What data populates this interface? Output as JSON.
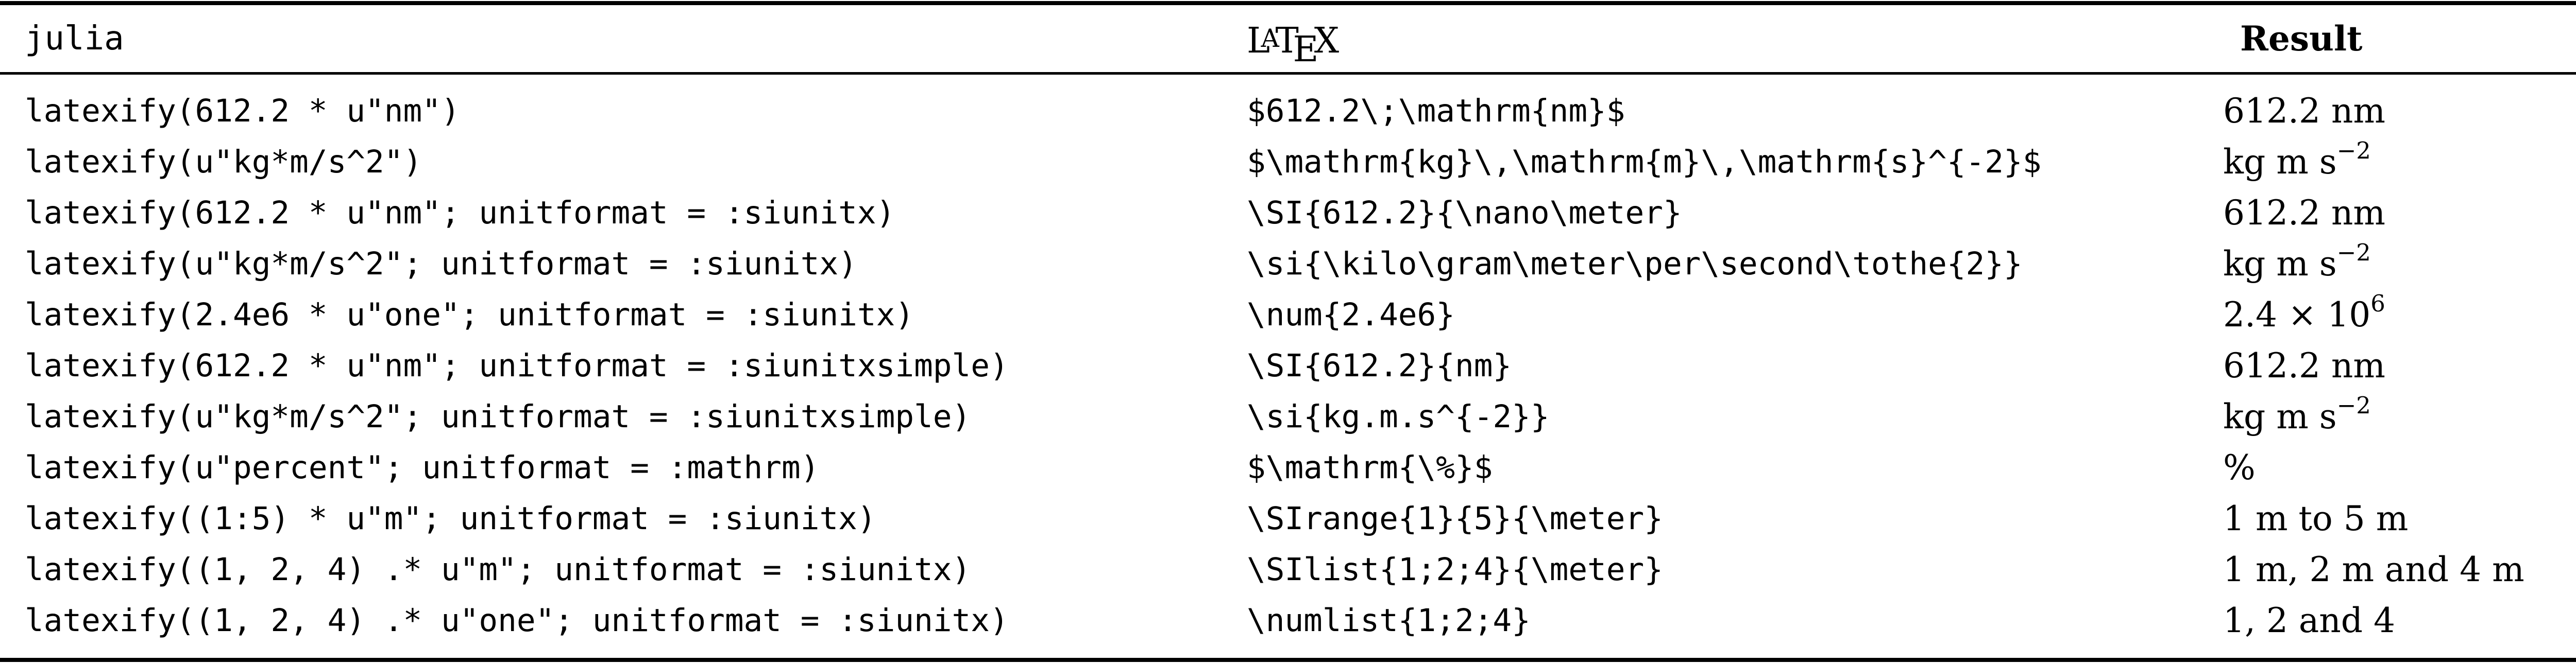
{
  "table": {
    "headers": {
      "julia": "julia",
      "latex": {
        "L": "L",
        "A": "A",
        "T": "T",
        "E": "E",
        "X": "X"
      },
      "result": "Result"
    },
    "rows": [
      {
        "julia": "latexify(612.2 * u\"nm\")",
        "latex": "$612.2\\;\\mathrm{nm}$",
        "result": {
          "base": "612.2 nm",
          "sup": ""
        }
      },
      {
        "julia": "latexify(u\"kg*m/s^2\")",
        "latex": "$\\mathrm{kg}\\,\\mathrm{m}\\,\\mathrm{s}^{-2}$",
        "result": {
          "base": "kg m s",
          "sup": "−2"
        }
      },
      {
        "julia": "latexify(612.2 * u\"nm\"; unitformat = :siunitx)",
        "latex": "\\SI{612.2}{\\nano\\meter}",
        "result": {
          "base": "612.2 nm",
          "sup": ""
        }
      },
      {
        "julia": "latexify(u\"kg*m/s^2\"; unitformat = :siunitx)",
        "latex": "\\si{\\kilo\\gram\\meter\\per\\second\\tothe{2}}",
        "result": {
          "base": "kg m s",
          "sup": "−2"
        }
      },
      {
        "julia": "latexify(2.4e6 * u\"one\"; unitformat = :siunitx)",
        "latex": "\\num{2.4e6}",
        "result": {
          "base": "2.4 × 10",
          "sup": "6"
        }
      },
      {
        "julia": "latexify(612.2 * u\"nm\"; unitformat = :siunitxsimple)",
        "latex": "\\SI{612.2}{nm}",
        "result": {
          "base": "612.2 nm",
          "sup": ""
        }
      },
      {
        "julia": "latexify(u\"kg*m/s^2\"; unitformat = :siunitxsimple)",
        "latex": "\\si{kg.m.s^{-2}}",
        "result": {
          "base": "kg m s",
          "sup": "−2"
        }
      },
      {
        "julia": "latexify(u\"percent\"; unitformat = :mathrm)",
        "latex": "$\\mathrm{\\%}$",
        "result": {
          "base": "%",
          "sup": ""
        }
      },
      {
        "julia": "latexify((1:5) * u\"m\"; unitformat = :siunitx)",
        "latex": "\\SIrange{1}{5}{\\meter}",
        "result": {
          "base": "1 m to 5 m",
          "sup": ""
        }
      },
      {
        "julia": "latexify((1, 2, 4) .* u\"m\"; unitformat = :siunitx)",
        "latex": "\\SIlist{1;2;4}{\\meter}",
        "result": {
          "base": "1 m, 2 m and 4 m",
          "sup": ""
        }
      },
      {
        "julia": "latexify((1, 2, 4) .* u\"one\"; unitformat = :siunitx)",
        "latex": "\\numlist{1;2;4}",
        "result": {
          "base": "1, 2 and 4",
          "sup": ""
        }
      }
    ]
  }
}
